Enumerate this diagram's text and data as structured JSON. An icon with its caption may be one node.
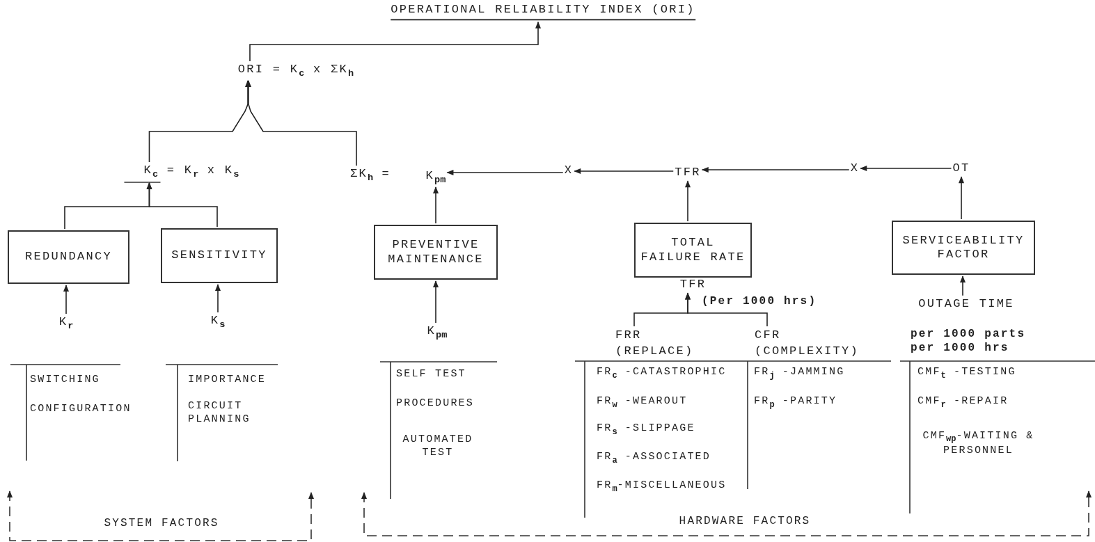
{
  "diagram": {
    "nodes": [
      {
        "text": [
          "OPERATIONAL RELIABILITY INDEX (ORI)"
        ]
      },
      {
        "text": [
          "ORI = K$_{c}$ x ΣK$_{h}$"
        ]
      },
      {
        "text": [
          "K$_{c}$ = K$_{r}$ x K$_{s}$"
        ]
      },
      {
        "text": [
          "ΣK$_{h}$ ="
        ]
      },
      {
        "text": [
          "K$_{pm}$"
        ]
      },
      {
        "text": [
          "X"
        ]
      },
      {
        "text": [
          "TFR"
        ]
      },
      {
        "text": [
          "X"
        ]
      },
      {
        "text": [
          "OT"
        ]
      },
      {
        "text": [
          "REDUNDANCY"
        ]
      },
      {
        "text": [
          "SENSITIVITY"
        ]
      },
      {
        "text": [
          "PREVENTIVE MAINTENANCE"
        ]
      },
      {
        "text": [
          "TOTAL FAILURE RATE"
        ],
        "beside": [
          "TFR"
        ]
      },
      {
        "text": [
          "SERVICEABILITY FACTOR"
        ]
      },
      {
        "text": [
          "K$_{r}$"
        ]
      },
      {
        "text": [
          "K$_{s}$"
        ]
      },
      {
        "text": [
          "K$_{pm}$"
        ]
      },
      {
        "text": [
          "FRR (REPLACE)"
        ]
      },
      {
        "text": [
          "CFR (COMPLEXITY)"
        ]
      },
      {
        "text": [
          "OUTAGE TIME"
        ]
      }
    ],
    "edges": [
      {
        "from": 1,
        "to": 0,
        "arrow": "to"
      },
      {
        "from": 2,
        "to": 1,
        "arrow": "to"
      },
      {
        "from": 3,
        "to": 1,
        "arrow": "to"
      },
      {
        "from": 9,
        "to": 2,
        "arrow": "to"
      },
      {
        "from": 10,
        "to": 2,
        "arrow": "to"
      },
      {
        "from": 11,
        "to": 4,
        "arrow": "to"
      },
      {
        "from": 5,
        "to": 4,
        "arrow": "to"
      },
      {
        "from": 6,
        "to": 5,
        "arrow": "to"
      },
      {
        "from": 7,
        "to": 6,
        "arrow": "to"
      },
      {
        "from": 8,
        "to": 7,
        "arrow": "to"
      },
      {
        "from": 12,
        "to": 6,
        "arrow": "to"
      },
      {
        "from": 13,
        "to": 8,
        "arrow": "to"
      },
      {
        "from": 14,
        "to": 9,
        "arrow": "to"
      },
      {
        "from": 15,
        "to": 10,
        "arrow": "to"
      },
      {
        "from": 16,
        "to": 11,
        "arrow": "to"
      },
      {
        "from": 17,
        "to": 12,
        "arrow": "to"
      },
      {
        "from": 18,
        "to": 12,
        "arrow": "to"
      },
      {
        "from": 19,
        "to": 13,
        "arrow": "to"
      }
    ],
    "labels": [
      "(Per 1000 hrs)",
      "per 1000 parts per 1000 hrs",
      "SWITCHING",
      "CONFIGURATION",
      "IMPORTANCE",
      "CIRCUIT PLANNING",
      "SELF TEST",
      "PROCEDURES",
      "AUTOMATED TEST",
      "FR$_{c}$ -CATASTROPHIC",
      "FR$_{w}$ -WEAROUT",
      "FR$_{s}$ -SLIPPAGE",
      "FR$_{a}$ -ASSOCIATED",
      "FR$_{m}$-MISCELLANEOUS",
      "FR$_{j}$ -JAMMING",
      "FR$_{p}$ -PARITY",
      "CMF$_{t}$ -TESTING",
      "CMF$_{r}$ -REPAIR",
      "CMF$_{wp}$-WAITING & PERSONNEL",
      "SYSTEM FACTORS",
      "HARDWARE FACTORS"
    ]
  }
}
